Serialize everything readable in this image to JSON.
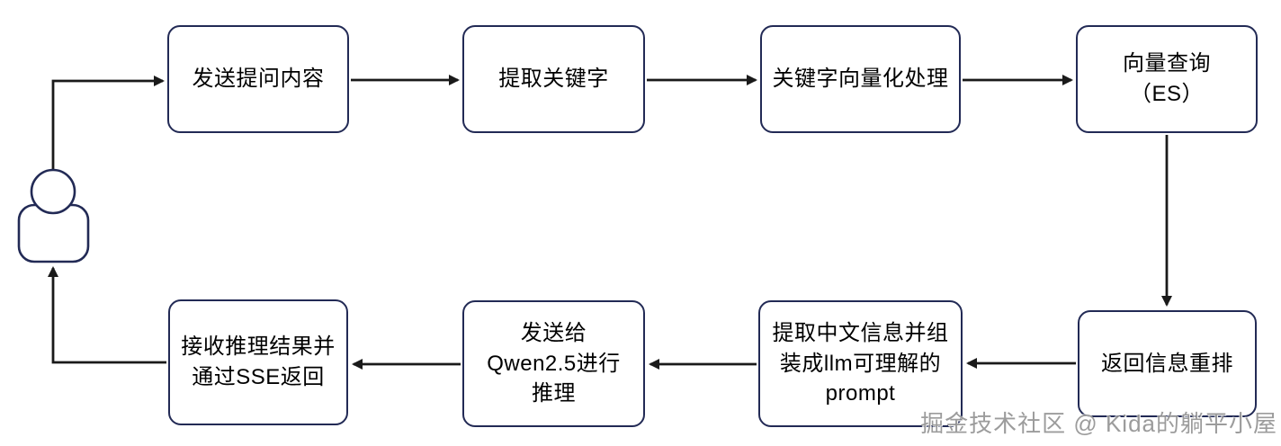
{
  "diagram": {
    "type": "flowchart",
    "actor": {
      "name": "user",
      "icon": "person-icon"
    },
    "nodes": [
      {
        "id": "send-question",
        "label": "发送提问内容"
      },
      {
        "id": "extract-keywords",
        "label": "提取关键字"
      },
      {
        "id": "vectorize-keywords",
        "label": "关键字向量化处理"
      },
      {
        "id": "vector-query-es",
        "label": "向量查询\n（ES）"
      },
      {
        "id": "rerank-results",
        "label": "返回信息重排"
      },
      {
        "id": "assemble-prompt",
        "label": "提取中文信息并组\n装成llm可理解的\nprompt"
      },
      {
        "id": "send-to-qwen",
        "label": "发送给\nQwen2.5进行\n推理"
      },
      {
        "id": "receive-sse",
        "label": "接收推理结果并\n通过SSE返回"
      }
    ],
    "edges": [
      {
        "from": "user",
        "to": "send-question"
      },
      {
        "from": "send-question",
        "to": "extract-keywords"
      },
      {
        "from": "extract-keywords",
        "to": "vectorize-keywords"
      },
      {
        "from": "vectorize-keywords",
        "to": "vector-query-es"
      },
      {
        "from": "vector-query-es",
        "to": "rerank-results"
      },
      {
        "from": "rerank-results",
        "to": "assemble-prompt"
      },
      {
        "from": "assemble-prompt",
        "to": "send-to-qwen"
      },
      {
        "from": "send-to-qwen",
        "to": "receive-sse"
      },
      {
        "from": "receive-sse",
        "to": "user"
      }
    ],
    "colors": {
      "node_border": "#222a55",
      "connector": "#1a1a1a",
      "text": "#000000",
      "watermark": "#868686",
      "background": "#ffffff"
    },
    "watermark": "掘金技术社区 @ Kida的躺平小屋"
  }
}
